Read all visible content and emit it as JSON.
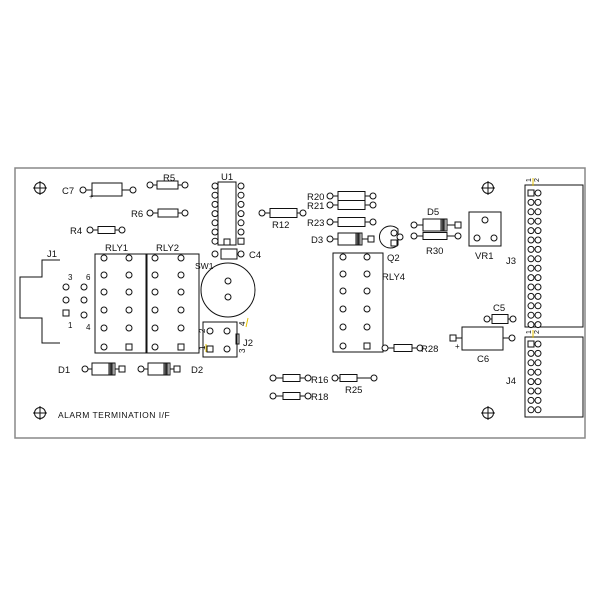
{
  "board": {
    "title": "ALARM TERMINATION I/F",
    "outline_color": "#888888",
    "marker_color": "#e6c200"
  },
  "labels": {
    "C7": "C7",
    "R5": "R5",
    "R6": "R6",
    "R4": "R4",
    "U1": "U1",
    "C4": "C4",
    "J1": "J1",
    "RLY1": "RLY1",
    "RLY2": "RLY2",
    "SW1": "SW1",
    "J2": "J2",
    "D1": "D1",
    "D2": "D2",
    "R12": "R12",
    "R20": "R20",
    "R21": "R21",
    "R23": "R23",
    "D3": "D3",
    "Q2": "Q2",
    "D5": "D5",
    "R30": "R30",
    "VR1": "VR1",
    "J3": "J3",
    "RLY4": "RLY4",
    "R28": "R28",
    "C5": "C5",
    "C6": "C6",
    "J4": "J4",
    "R16": "R16",
    "R25": "R25",
    "R18": "R18"
  },
  "pin_numbers": {
    "j1": [
      "3",
      "6",
      "1",
      "4"
    ],
    "j2": [
      "2",
      "1",
      "4",
      "3"
    ],
    "j3": [
      "1",
      "2"
    ],
    "j4": [
      "1",
      "2"
    ]
  },
  "polarity": {
    "c7": "+",
    "c6": "+"
  }
}
